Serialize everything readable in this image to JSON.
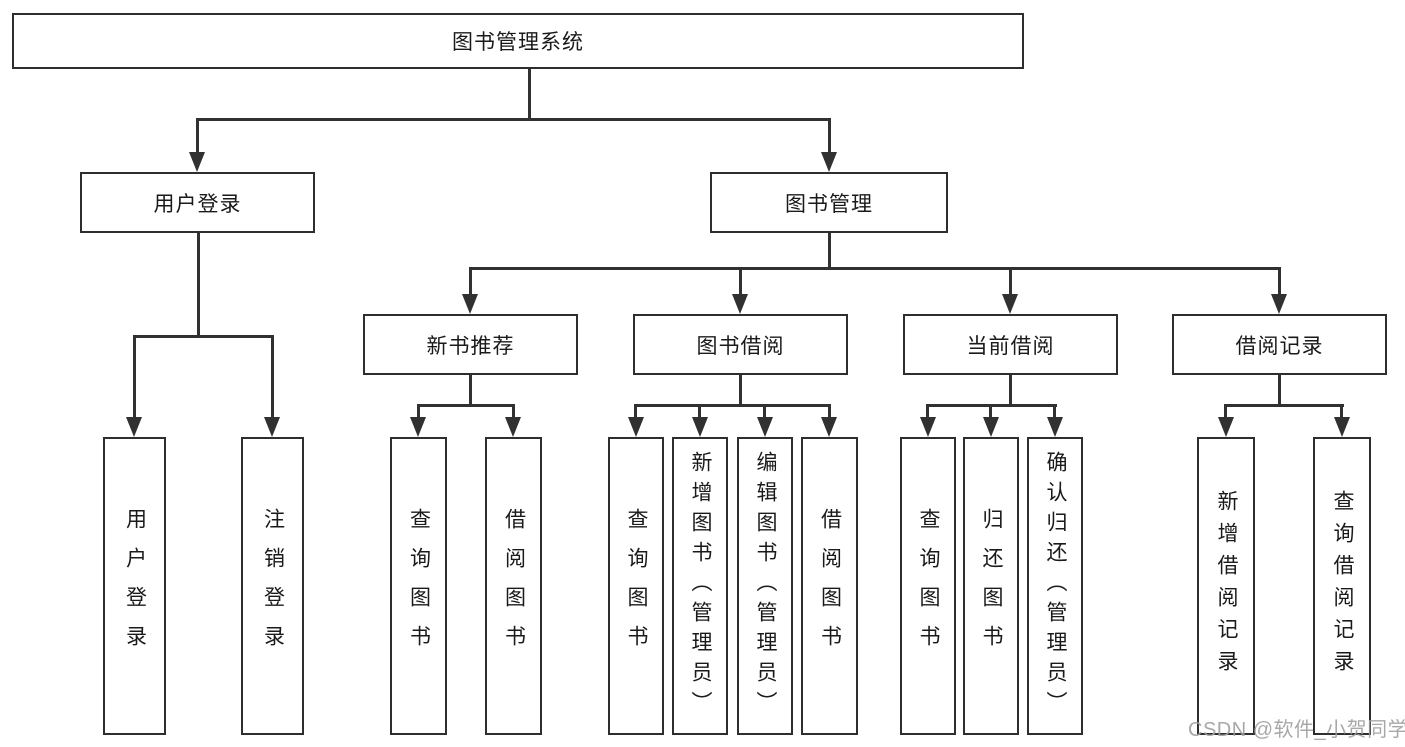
{
  "tree": {
    "root": "图书管理系统",
    "login": {
      "label": "用户登录",
      "children": [
        "用户登录",
        "注销登录"
      ]
    },
    "mgmt": {
      "label": "图书管理",
      "groups": [
        {
          "label": "新书推荐",
          "children": [
            "查询图书",
            "借阅图书"
          ]
        },
        {
          "label": "图书借阅",
          "children": [
            "查询图书",
            "新增图书（管理员）",
            "编辑图书（管理员）",
            "借阅图书"
          ]
        },
        {
          "label": "当前借阅",
          "children": [
            "查询图书",
            "归还图书",
            "确认归还（管理员）"
          ]
        },
        {
          "label": "借阅记录",
          "children": [
            "新增借阅记录",
            "查询借阅记录"
          ]
        }
      ]
    }
  },
  "watermark": "CSDN @软件_小贺同学",
  "colors": {
    "line": "#313131",
    "text": "#1a1a1a",
    "watermark": "#9f9fa3",
    "background": "#ffffff"
  }
}
